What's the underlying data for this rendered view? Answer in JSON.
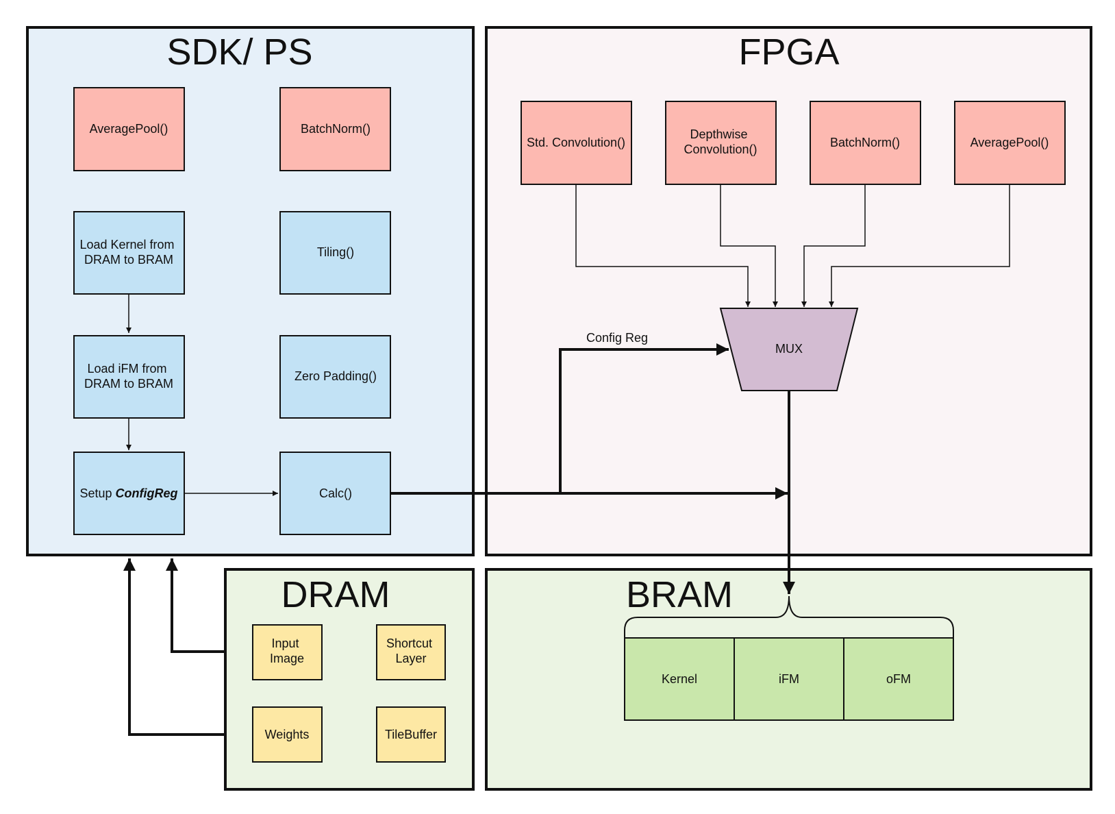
{
  "colors": {
    "sdk_bg": "#e6f0f9",
    "fpga_bg": "#faf4f6",
    "mem_bg": "#ebf4e3",
    "red_node": "#fdb9b1",
    "blue_node": "#c2e2f5",
    "yellow_node": "#fde8a4",
    "green_node": "#c9e7ab",
    "mux": "#d3bcd2",
    "stroke": "#111111"
  },
  "panels": {
    "sdk": {
      "title": "SDK/ PS"
    },
    "fpga": {
      "title": "FPGA"
    },
    "dram": {
      "title": "DRAM"
    },
    "bram": {
      "title": "BRAM"
    }
  },
  "sdk_nodes": {
    "averagepool": "AveragePool()",
    "batchnorm": "BatchNorm()",
    "load_kernel": [
      "Load Kernel from",
      "DRAM to BRAM"
    ],
    "tiling": "Tiling()",
    "load_ifm": [
      "Load iFM from",
      "DRAM to BRAM"
    ],
    "zero_padding": "Zero Padding()",
    "setup_prefix": "Setup ",
    "setup_bold": "ConfigReg",
    "calc": "Calc()"
  },
  "fpga_nodes": {
    "std_conv": "Std. Convolution()",
    "depthwise": [
      "Depthwise",
      "Convolution()"
    ],
    "batchnorm": "BatchNorm()",
    "averagepool": "AveragePool()",
    "mux": "MUX"
  },
  "edge_labels": {
    "config_reg": "Config Reg"
  },
  "dram_items": {
    "input_image": [
      "Input",
      "Image"
    ],
    "shortcut_layer": [
      "Shortcut",
      "Layer"
    ],
    "weights": "Weights",
    "tilebuffer": "TileBuffer"
  },
  "bram_cells": [
    "Kernel",
    "iFM",
    "oFM"
  ]
}
